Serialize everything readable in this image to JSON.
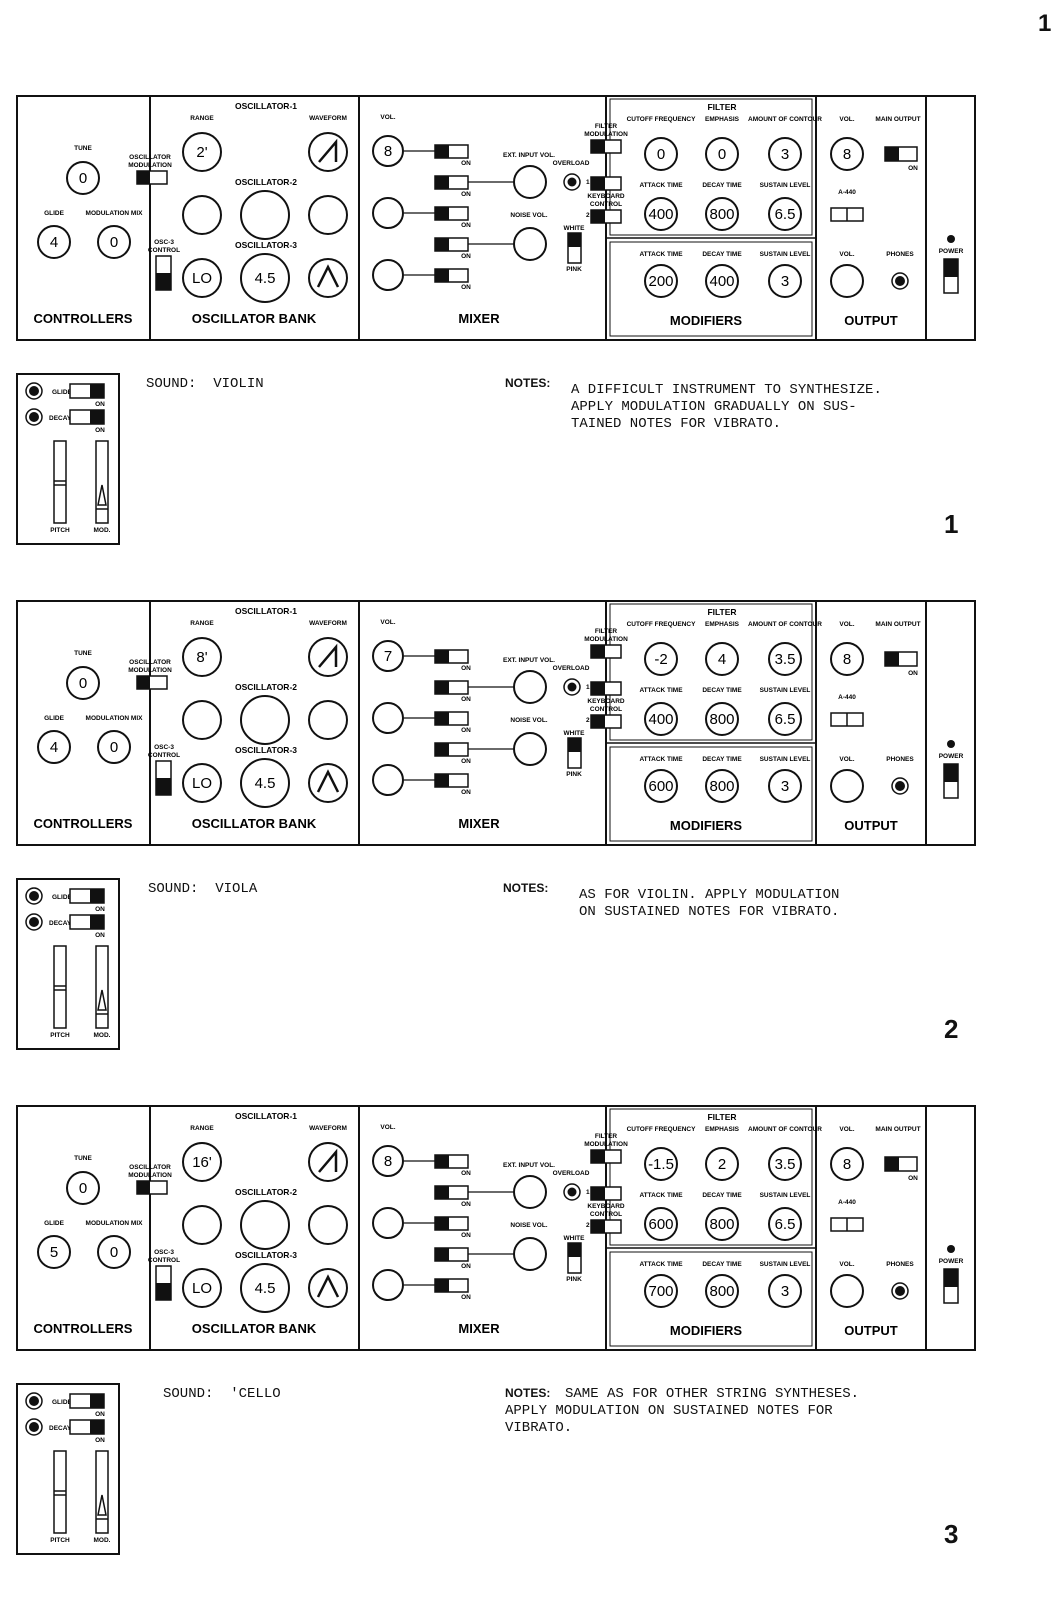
{
  "page": {
    "number": "1"
  },
  "panel_labels": {
    "controllers": "CONTROLLERS",
    "oscillator_bank": "OSCILLATOR BANK",
    "mixer": "MIXER",
    "modifiers": "MODIFIERS",
    "output": "OUTPUT",
    "tune": "TUNE",
    "glide": "GLIDE",
    "modulation_mix": "MODULATION MIX",
    "osc_modulation_1": "OSCILLATOR",
    "osc_modulation_2": "MODULATION",
    "osc1": "OSCILLATOR-1",
    "osc2": "OSCILLATOR-2",
    "osc3": "OSCILLATOR-3",
    "range": "RANGE",
    "waveform": "WAVEFORM",
    "osc3_control_1": "OSC-3",
    "osc3_control_2": "CONTROL",
    "vol": "VOL.",
    "on": "ON",
    "ext_input_vol": "EXT. INPUT VOL.",
    "noise_vol": "NOISE VOL.",
    "overload": "OVERLOAD",
    "filter_modulation_1": "FILTER",
    "filter_modulation_2": "MODULATION",
    "keyboard_control_1": "KEYBOARD",
    "keyboard_control_2": "CONTROL",
    "white": "WHITE",
    "pink": "PINK",
    "one": "1",
    "two": "2",
    "filter": "FILTER",
    "cutoff_frequency": "CUTOFF FREQUENCY",
    "emphasis": "EMPHASIS",
    "amount_of_contour": "AMOUNT OF CONTOUR",
    "attack_time": "ATTACK TIME",
    "decay_time": "DECAY TIME",
    "sustain_level": "SUSTAIN LEVEL",
    "main_output": "MAIN OUTPUT",
    "a440": "A-440",
    "phones": "PHONES",
    "power": "POWER",
    "side_glide": "GLIDE",
    "side_decay": "DECAY",
    "pitch": "PITCH",
    "mod": "MOD.",
    "notes_label": "NOTES:"
  },
  "presets": [
    {
      "number": "1",
      "sound": "SOUND:  VIOLIN",
      "notes": "A DIFFICULT INSTRUMENT TO SYNTHESIZE.\nAPPLY MODULATION GRADUALLY ON SUS-\nTAINED NOTES FOR VIBRATO.",
      "controllers_label": "CONTROLLERS",
      "knobs": {
        "tune": "0",
        "glide": "4",
        "modulation_mix": "0",
        "osc1_range": "2'",
        "osc3_range": "LO",
        "osc3_freq": "4.5",
        "mixer_vol": "8",
        "cutoff": "0",
        "emphasis": "0",
        "contour_amount": "3",
        "filter_attack": "400",
        "filter_decay": "800",
        "filter_sustain": "6.5",
        "loud_attack": "200",
        "loud_decay": "400",
        "loud_sustain": "3",
        "main_vol": "8"
      }
    },
    {
      "number": "2",
      "sound": "SOUND:  VIOLA",
      "notes": "AS FOR VIOLIN. APPLY MODULATION\nON SUSTAINED NOTES FOR VIBRATO.",
      "controllers_label": "CONTROLLERS",
      "knobs": {
        "tune": "0",
        "glide": "4",
        "modulation_mix": "0",
        "osc1_range": "8'",
        "osc3_range": "LO",
        "osc3_freq": "4.5",
        "mixer_vol": "7",
        "cutoff": "-2",
        "emphasis": "4",
        "contour_amount": "3.5",
        "filter_attack": "400",
        "filter_decay": "800",
        "filter_sustain": "6.5",
        "loud_attack": "600",
        "loud_decay": "800",
        "loud_sustain": "3",
        "main_vol": "8"
      }
    },
    {
      "number": "3",
      "sound": "SOUND:  'CELLO",
      "notes": "SAME AS FOR OTHER STRING SYNTHESES.\nAPPLY MODULATION ON SUSTAINED NOTES FOR\nVIBRATO.",
      "controllers_label": "CONTROLLERS",
      "knobs": {
        "tune": "0",
        "glide": "5",
        "modulation_mix": "0",
        "osc1_range": "16'",
        "osc3_range": "LO",
        "osc3_freq": "4.5",
        "mixer_vol": "8",
        "cutoff": "-1.5",
        "emphasis": "2",
        "contour_amount": "3.5",
        "filter_attack": "600",
        "filter_decay": "800",
        "filter_sustain": "6.5",
        "loud_attack": "700",
        "loud_decay": "800",
        "loud_sustain": "3",
        "main_vol": "8"
      }
    }
  ]
}
